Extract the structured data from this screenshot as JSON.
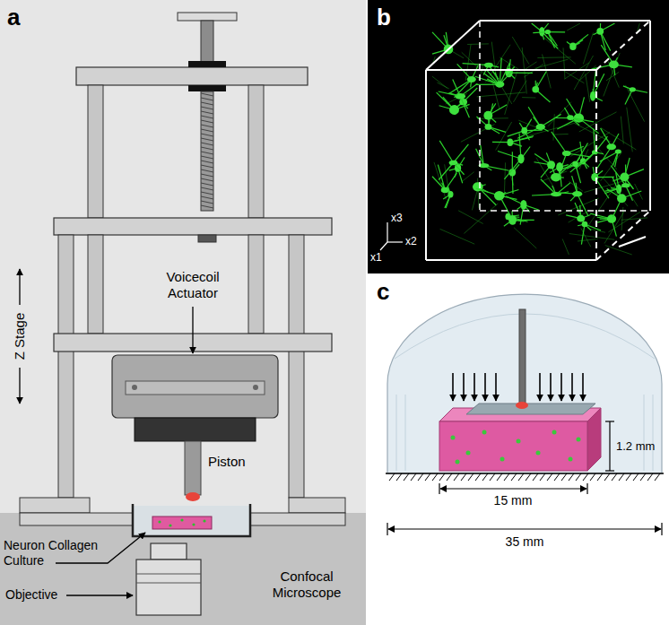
{
  "diagram": {
    "labels": [
      "a",
      "Voicecoil Actuator",
      "Z Stage",
      "Piston",
      "Neuron Collagen Culture",
      "Objective",
      "Confocal Microscope",
      "b",
      "x3",
      "x2",
      "x1",
      "c",
      "1.2 mm",
      "15 mm",
      "35 mm"
    ]
  }
}
